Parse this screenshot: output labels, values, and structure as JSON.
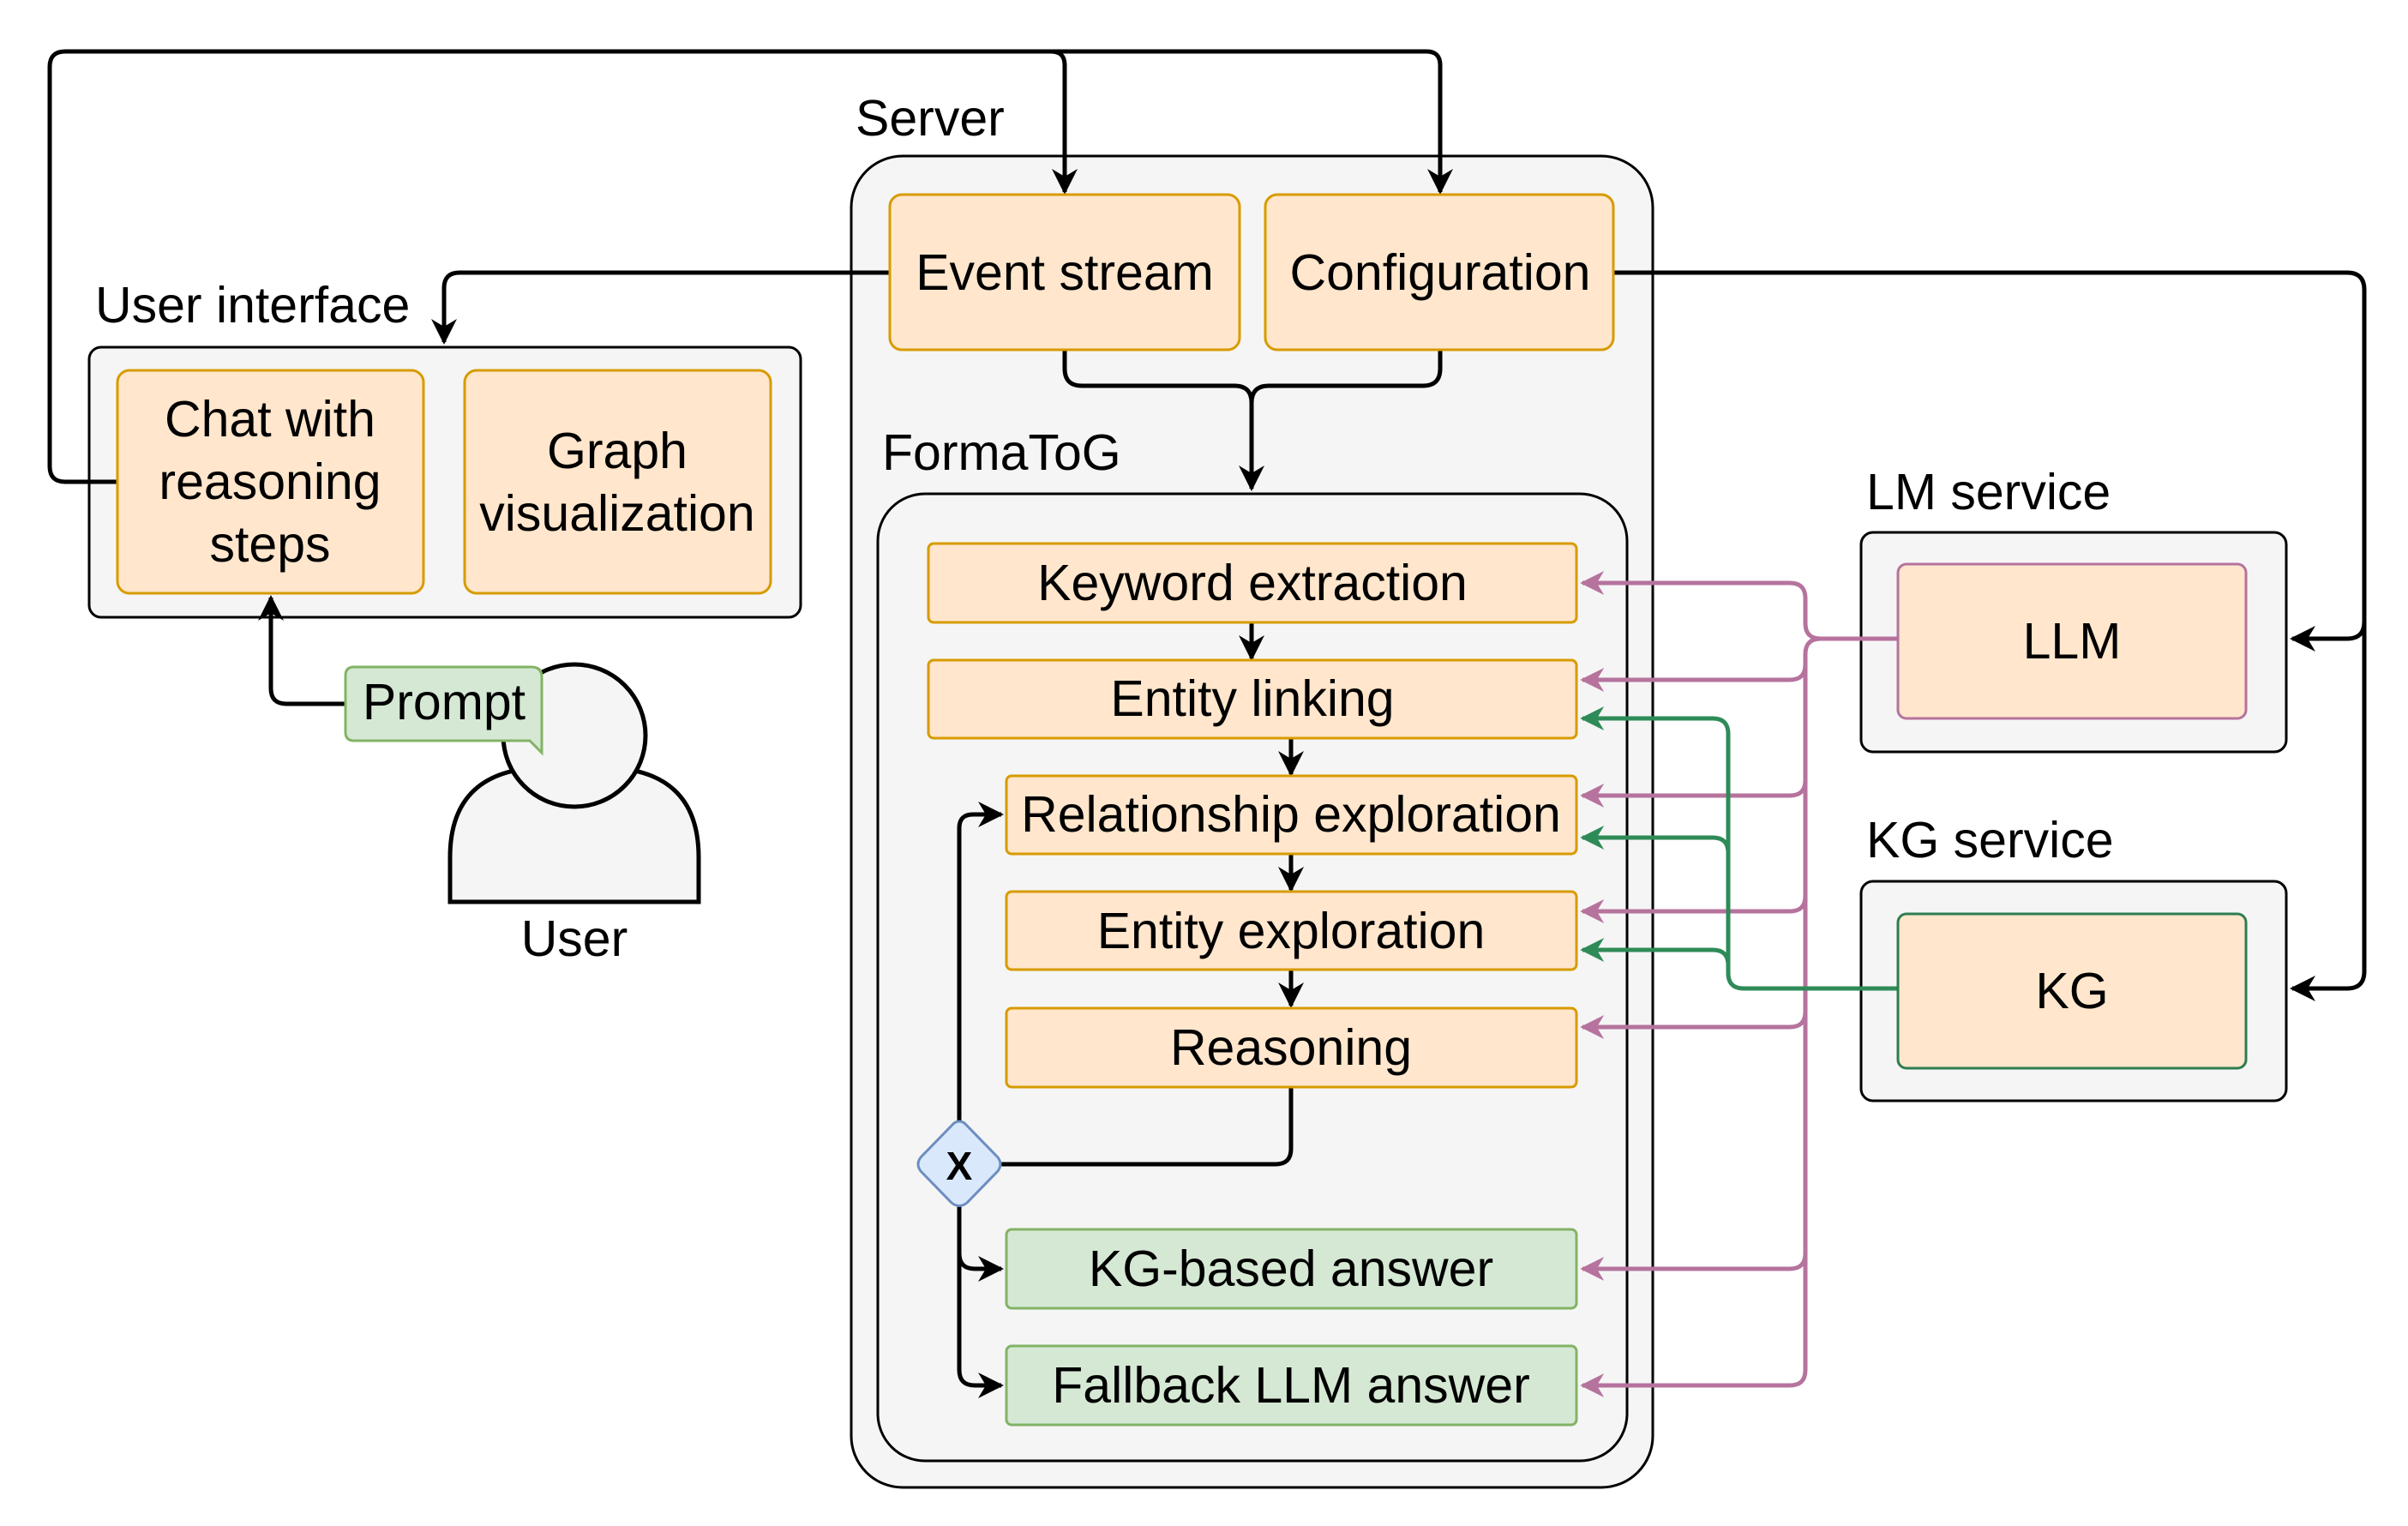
{
  "colors": {
    "container_fill": "#f5f5f5",
    "container_stroke": "#000000",
    "orange_fill": "#ffe6cc",
    "orange_stroke": "#d79b00",
    "green_fill": "#d5e8d4",
    "green_stroke": "#82b366",
    "llm_stroke": "#b5739d",
    "kg_stroke": "#2e7d4f",
    "gateway_fill": "#dae8fc",
    "gateway_stroke": "#6c8ebf",
    "arrow_black": "#000000",
    "arrow_purple": "#b5739d",
    "arrow_green": "#2e8b57"
  },
  "server": {
    "title": "Server",
    "event_stream": "Event stream",
    "configuration": "Configuration"
  },
  "formatog": {
    "title": "FormaToG",
    "keyword_extraction": "Keyword extraction",
    "entity_linking": "Entity linking",
    "relationship_exploration": "Relationship exploration",
    "entity_exploration": "Entity exploration",
    "reasoning": "Reasoning",
    "gateway": "X",
    "kg_based_answer": "KG-based answer",
    "fallback_llm_answer": "Fallback LLM answer"
  },
  "user_interface": {
    "title": "User interface",
    "chat_lines": [
      "Chat with",
      "reasoning",
      "steps"
    ],
    "graph_lines": [
      "Graph",
      "visualization"
    ]
  },
  "user": {
    "label": "User",
    "prompt": "Prompt"
  },
  "lm_service": {
    "title": "LM service",
    "llm": "LLM"
  },
  "kg_service": {
    "title": "KG service",
    "kg": "KG"
  }
}
